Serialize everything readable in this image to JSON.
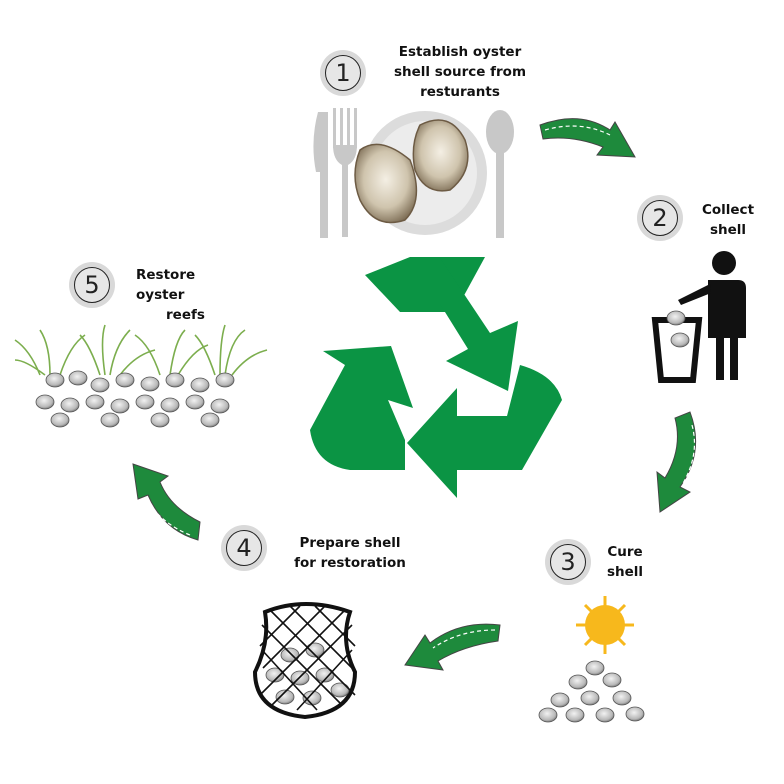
{
  "colors": {
    "recycle_green": "#0b9444",
    "arrow_green": "#1e8a3c",
    "step_circle": "#d9d9d9",
    "sun": "#f7b81c"
  },
  "steps": [
    {
      "number": "1",
      "label_lines": [
        "Establish oyster",
        "shell source from",
        "resturants"
      ],
      "icon": "plate-with-oysters-and-cutlery"
    },
    {
      "number": "2",
      "label_lines": [
        "Collect",
        "shell"
      ],
      "icon": "person-with-trash-bin"
    },
    {
      "number": "3",
      "label_lines": [
        "Cure",
        "shell"
      ],
      "icon": "sun-over-shell-pile"
    },
    {
      "number": "4",
      "label_lines": [
        "Prepare shell",
        "for restoration"
      ],
      "icon": "mesh-bag-of-shells"
    },
    {
      "number": "5",
      "label_lines": [
        "Restore oyster",
        "reefs"
      ],
      "icon": "oyster-reef-with-grass"
    }
  ],
  "center_icon": "recycle-icon"
}
